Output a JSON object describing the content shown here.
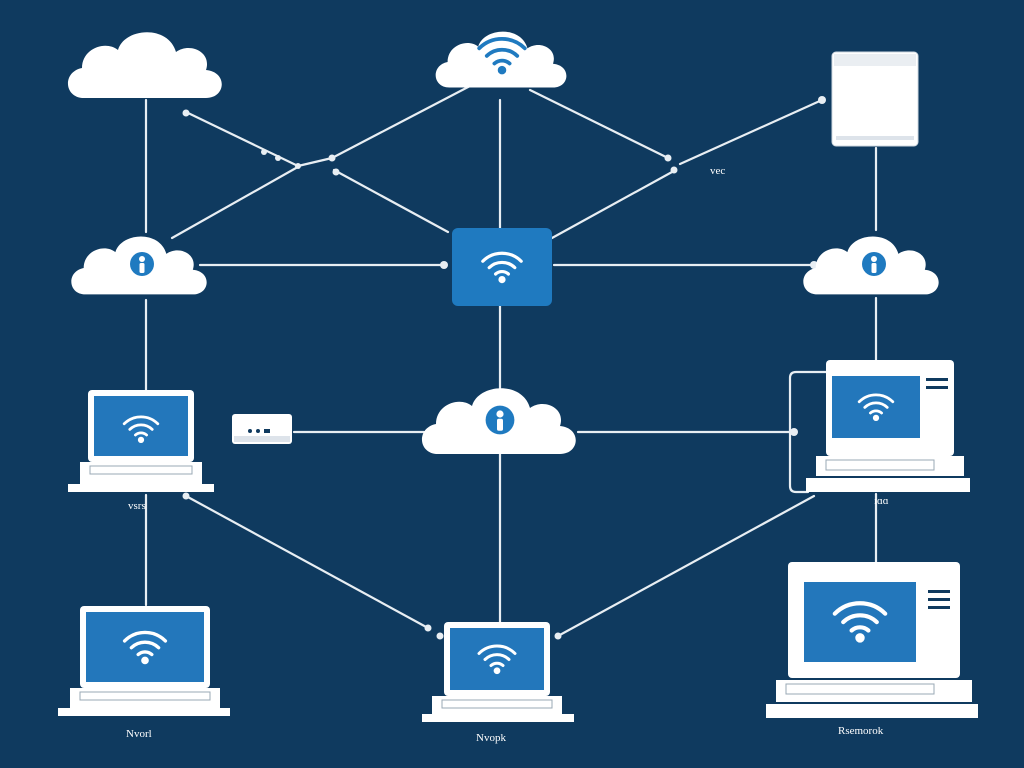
{
  "colors": {
    "background": "#0f3a5f",
    "line": "#e8eef3",
    "node_white": "#ffffff",
    "accent_blue": "#1f7ac0",
    "screen_blue": "#2377bb"
  },
  "labels": {
    "top_right": "vec",
    "laptop_left": "vsrs",
    "computer_right": "ɪɑɑ",
    "bottom_left": "Nvorl",
    "bottom_center": "Nvopk",
    "bottom_right": "Rsemorok"
  }
}
